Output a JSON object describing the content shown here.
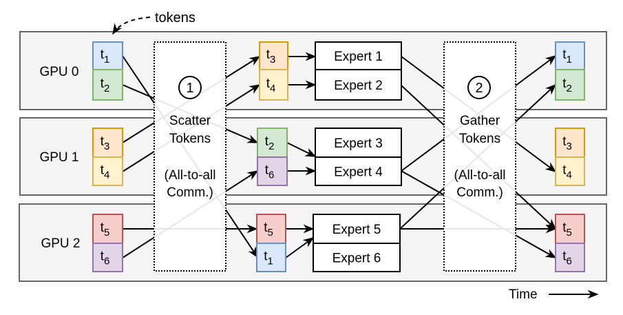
{
  "annotation": {
    "text": "tokens"
  },
  "gpus": [
    {
      "label": "GPU 0"
    },
    {
      "label": "GPU 1"
    },
    {
      "label": "GPU 2"
    }
  ],
  "token_colors": {
    "t1": {
      "fill": "#dae8fc",
      "stroke": "#6c8ebf"
    },
    "t2": {
      "fill": "#d5e8d4",
      "stroke": "#82b366"
    },
    "t3": {
      "fill": "#ffe6cc",
      "stroke": "#d79b00"
    },
    "t4": {
      "fill": "#fff2cc",
      "stroke": "#d6b656"
    },
    "t5": {
      "fill": "#f8cecc",
      "stroke": "#b85450"
    },
    "t6": {
      "fill": "#e1d5e7",
      "stroke": "#9673a6"
    }
  },
  "input_tokens": [
    [
      "t1",
      "t2"
    ],
    [
      "t3",
      "t4"
    ],
    [
      "t5",
      "t6"
    ]
  ],
  "routed_tokens": [
    [
      "t3",
      "t4"
    ],
    [
      "t2",
      "t6"
    ],
    [
      "t5",
      "t1"
    ]
  ],
  "output_tokens": [
    [
      "t1",
      "t2"
    ],
    [
      "t3",
      "t4"
    ],
    [
      "t5",
      "t6"
    ]
  ],
  "experts": [
    [
      "Expert 1",
      "Expert 2"
    ],
    [
      "Expert 3",
      "Expert 4"
    ],
    [
      "Expert 5",
      "Expert 6"
    ]
  ],
  "scatter": {
    "step": "1",
    "line1": "Scatter",
    "line2": "Tokens",
    "line3": "(All-to-all",
    "line4": "Comm.)"
  },
  "gather": {
    "step": "2",
    "line1": "Gather",
    "line2": "Tokens",
    "line3": "(All-to-all",
    "line4": "Comm.)"
  },
  "time_label": "Time"
}
